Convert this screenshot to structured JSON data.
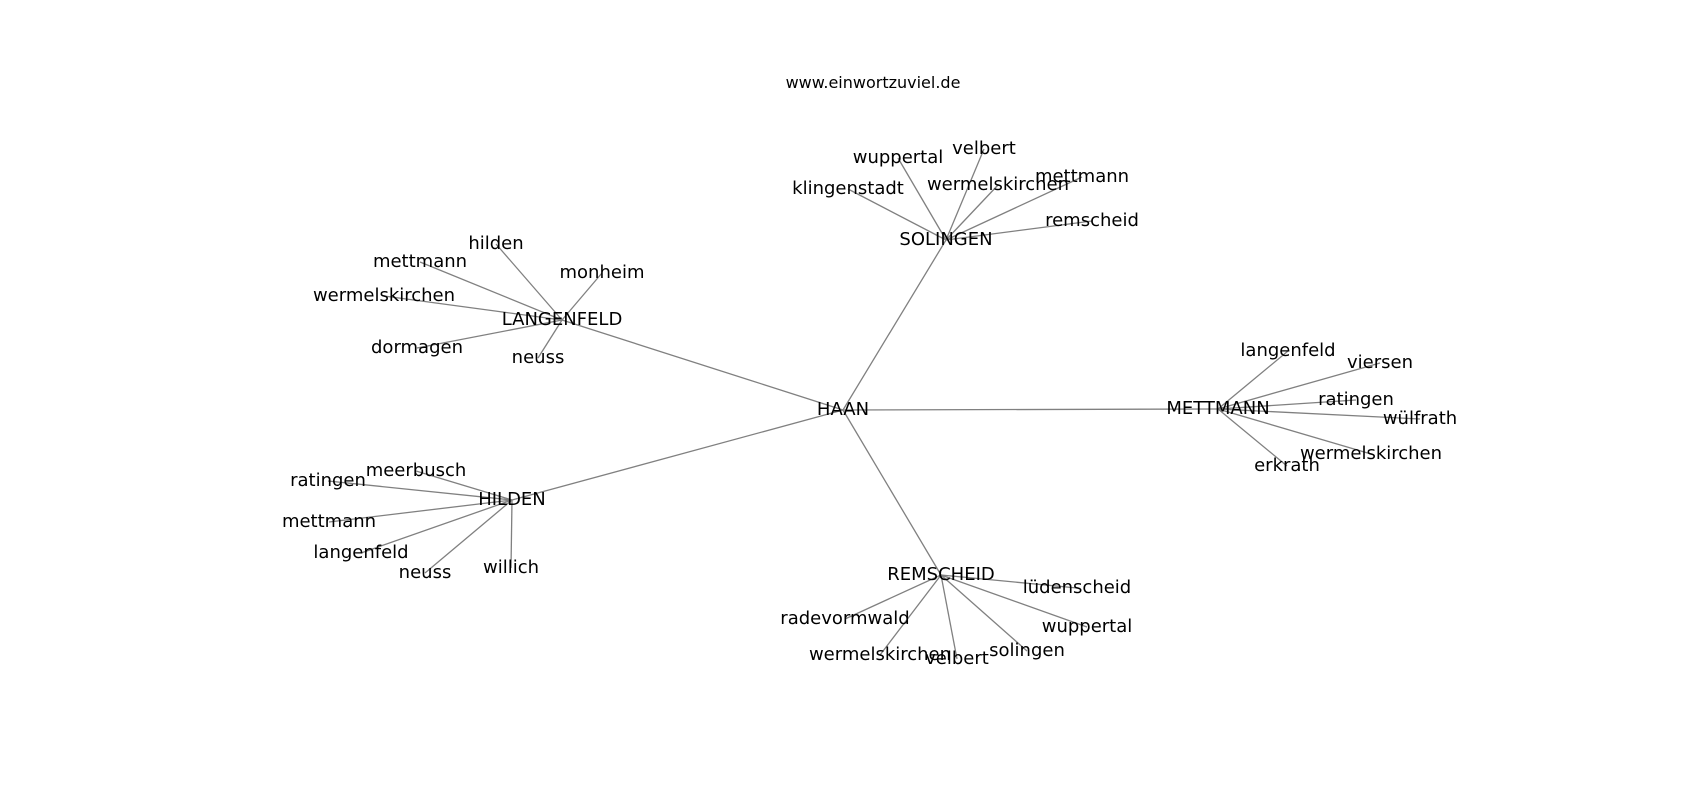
{
  "title": "www.einwortzuviel.de",
  "colors": {
    "edge": "#808080",
    "text": "#000000",
    "background": "#ffffff"
  },
  "graph": {
    "center": "HAAN",
    "hubs": [
      {
        "id": "solingen",
        "label": "SOLINGEN",
        "leaves": [
          "wuppertal",
          "velbert",
          "klingenstadt",
          "wermelskirchen",
          "mettmann",
          "remscheid"
        ]
      },
      {
        "id": "langenfeld",
        "label": "LANGENFELD",
        "leaves": [
          "hilden",
          "mettmann",
          "monheim",
          "wermelskirchen",
          "dormagen",
          "neuss"
        ]
      },
      {
        "id": "mettmann",
        "label": "METTMANN",
        "leaves": [
          "langenfeld",
          "viersen",
          "ratingen",
          "wülfrath",
          "wermelskirchen",
          "erkrath"
        ]
      },
      {
        "id": "hilden",
        "label": "HILDEN",
        "leaves": [
          "meerbusch",
          "ratingen",
          "mettmann",
          "langenfeld",
          "neuss",
          "willich"
        ]
      },
      {
        "id": "remscheid",
        "label": "REMSCHEID",
        "leaves": [
          "lüdenscheid",
          "radevormwald",
          "wuppertal",
          "wermelskirchen",
          "velbert",
          "solingen"
        ]
      }
    ]
  }
}
